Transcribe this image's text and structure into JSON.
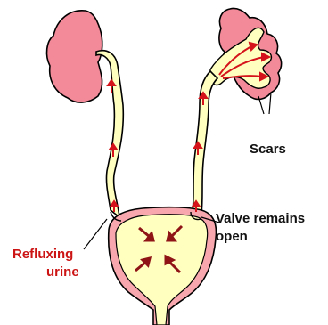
{
  "labels": {
    "scars": "Scars",
    "valve_line1": "Valve remains",
    "valve_line2": "open",
    "reflux_line1": "Refluxing",
    "reflux_line2": "urine"
  },
  "colors": {
    "kidney_fill": "#f28a9a",
    "urine_fill": "#ffffc0",
    "bladder_wall": "#f7a7ad",
    "arrow": "#d4141a",
    "bladder_arrow": "#8f1416",
    "reflux_label": "#cc1414",
    "outline": "#000000",
    "label_text": "#111111"
  }
}
